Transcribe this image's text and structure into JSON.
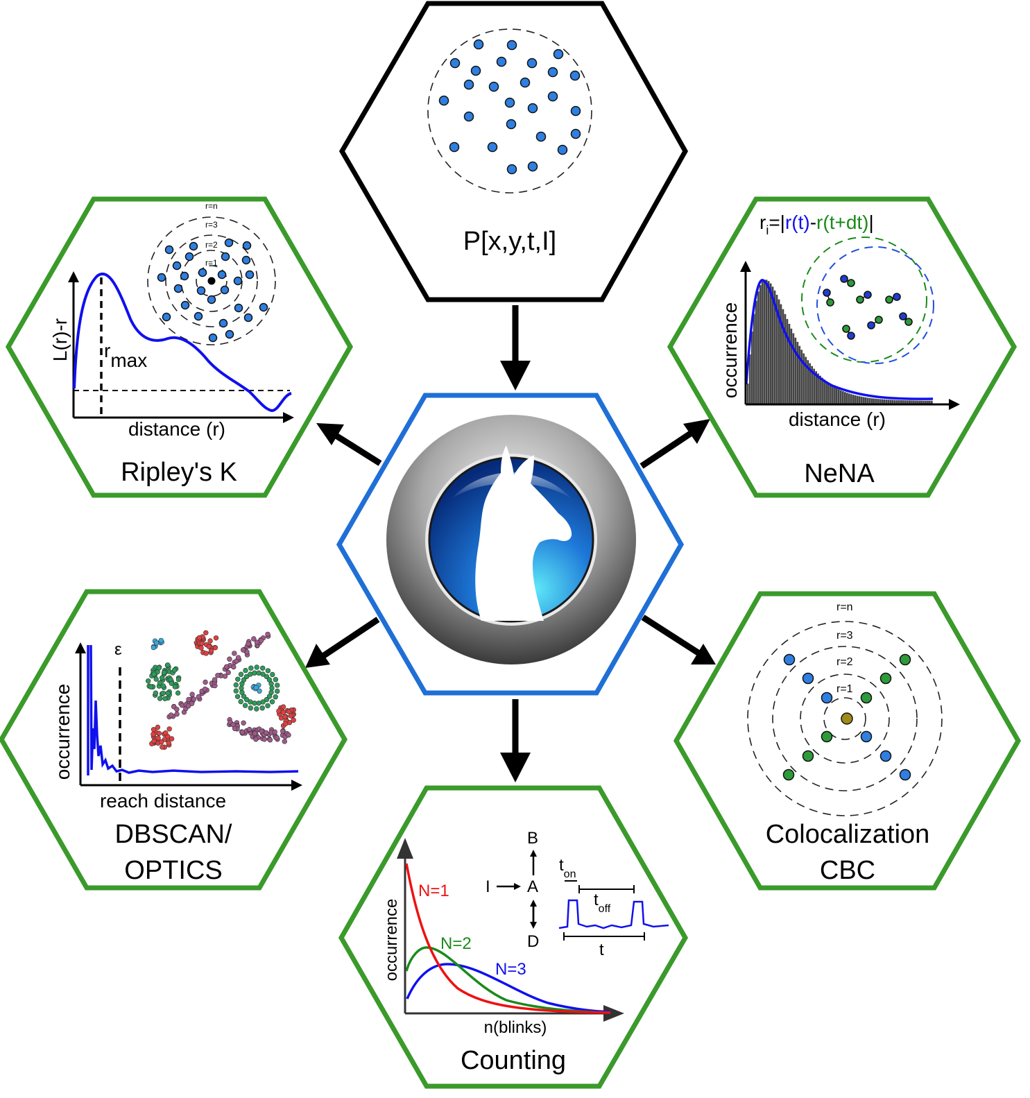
{
  "colors": {
    "module_border": "#3a9a2a",
    "center_border": "#1f6fd6",
    "input_border": "#000000",
    "blue_curve": "#1010ee",
    "red_curve": "#ee1111",
    "green_curve": "#1a8a1a"
  },
  "input": {
    "label": "P[x,y,t,I]"
  },
  "center": {
    "logo_icon": "llama-head-icon"
  },
  "ripley": {
    "title": "Ripley's K",
    "ylabel": "L(r)-r",
    "xlabel": "distance (r)",
    "rmax_r": "r",
    "rmax_sub": "max",
    "rings": [
      "r=n",
      "r=3",
      "r=2",
      "r=1"
    ]
  },
  "nena": {
    "title": "NeNA",
    "formula": {
      "r": "r",
      "sub": "i",
      "eq": "=|",
      "rt": "r(t)",
      "dash": "-",
      "rtdt": "r(t+dt)",
      "bar": "|"
    },
    "ylabel": "occurrence",
    "xlabel": "distance (r)"
  },
  "dbscan": {
    "title_line1": "DBSCAN/",
    "title_line2": "OPTICS",
    "ylabel": "occurrence",
    "xlabel": "reach distance",
    "epsilon": "ε"
  },
  "coloc": {
    "title_line1": "Colocalization",
    "title_line2": "CBC",
    "rings": [
      "r=n",
      "r=3",
      "r=2",
      "r=1"
    ]
  },
  "counting": {
    "title": "Counting",
    "ylabel": "occurrence",
    "xlabel": "n(blinks)",
    "series": [
      "N=1",
      "N=2",
      "N=3"
    ],
    "states": {
      "B": "B",
      "I": "I",
      "A": "A",
      "D": "D"
    },
    "trace": {
      "t_on": "t",
      "t_on_sub": "on",
      "t_off": "t",
      "t_off_sub": "off",
      "t": "t"
    }
  }
}
